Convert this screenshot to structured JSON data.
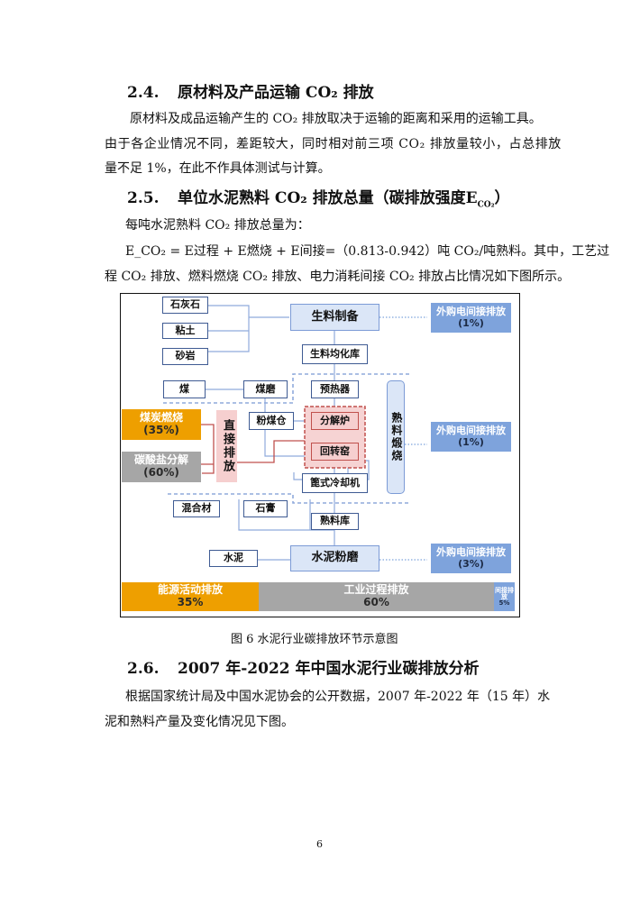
{
  "s24": {
    "num": "2.4.",
    "title": "原材料及产品运输 CO₂ 排放"
  },
  "p24": [
    "原材料及成品运输产生的 CO₂ 排放取决于运输的距离和采用的运输工具。",
    "由于各企业情况不同，差距较大，同时相对前三项 CO₂ 排放量较小，占总排放",
    "量不足 1%，在此不作具体测试与计算。"
  ],
  "s25": {
    "num": "2.5.",
    "title": "单位水泥熟料 CO₂ 排放总量（碳排放强度E",
    "sub": "CO₂",
    "close": "）"
  },
  "p25": [
    "每吨水泥熟料 CO₂ 排放总量为：",
    "E_CO₂ = E过程 + E燃烧 + E间接=（0.813-0.942）吨 CO₂/吨熟料。其中，工艺过",
    "程 CO₂ 排放、燃料燃烧 CO₂ 排放、电力消耗间接 CO₂ 排放占比情况如下图所示。"
  ],
  "fig": {
    "limestone": "石灰石",
    "clay": "粘土",
    "sandstone": "砂岩",
    "raw_prep": "生料制备",
    "raw_homo": "生料均化库",
    "coal": "煤",
    "coal_mill": "煤磨",
    "preheater": "预热器",
    "pc_bin": "粉煤仓",
    "calciner": "分解炉",
    "kiln": "回转窑",
    "cooler": "篦式冷却机",
    "clinker_calc": "熟料煅烧",
    "direct": "直接排放",
    "mix": "混合材",
    "gypsum": "石膏",
    "clinker_store": "熟料库",
    "cement_mill": "水泥粉磨",
    "cement": "水泥",
    "ext_label": "外购电间接排放",
    "ext1": "(1%)",
    "ext2": "(1%)",
    "ext3": "(3%)",
    "coal_burn": "煤炭燃烧",
    "coal_burn_pct": "(35%)",
    "carb": "碳酸盐分解",
    "carb_pct": "(60%)",
    "bar_energy": "能源活动排放",
    "bar_energy_pct": "35%",
    "bar_ind": "工业过程排放",
    "bar_ind_pct": "60%",
    "bar_ind2": "间接排放",
    "bar_ind2_pct": "5%",
    "colors": {
      "orange": "#ee9f00",
      "gray": "#a6a6a6",
      "blue": "#7ea3dc",
      "red": "#c0504d"
    }
  },
  "caption": "图 6 水泥行业碳排放环节示意图",
  "s26": {
    "num": "2.6.",
    "title": "2007 年-2022 年中国水泥行业碳排放分析"
  },
  "p26": [
    "根据国家统计局及中国水泥协会的公开数据，2007 年-2022 年（15 年）水",
    "泥和熟料产量及变化情况见下图。"
  ],
  "page_number": "6"
}
